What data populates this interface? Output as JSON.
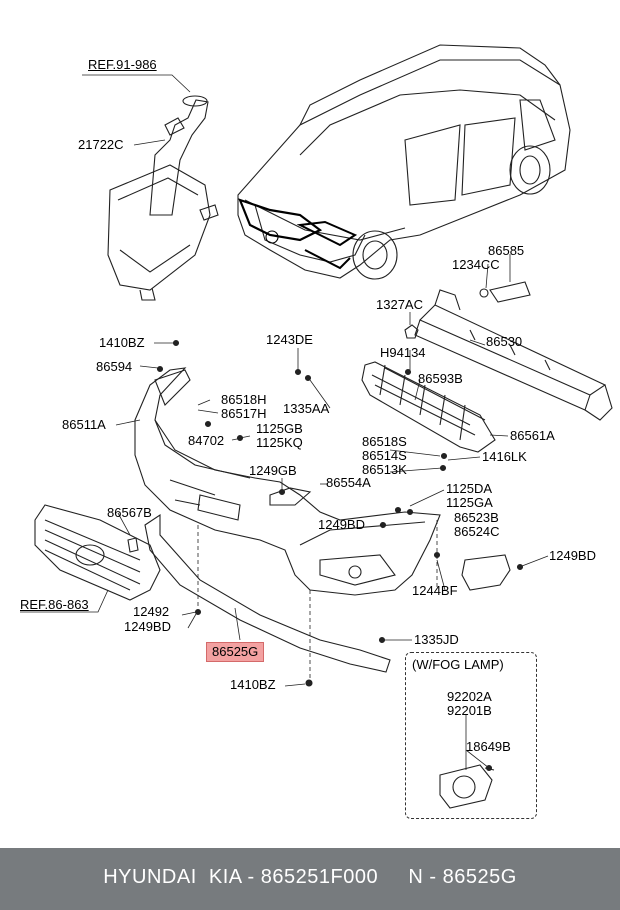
{
  "diagram": {
    "labels": {
      "ref_91_986": "REF.91-986",
      "p21722c": "21722C",
      "p1410bz_top": "1410BZ",
      "p86594": "86594",
      "p86511a": "86511A",
      "p86567b": "86567B",
      "ref_86_863": "REF.86-863",
      "p12492": "12492",
      "p1249bd_left": "1249BD",
      "p86525g": "86525G",
      "p1410bz_bottom": "1410BZ",
      "p1243de": "1243DE",
      "p1335aa": "1335AA",
      "p86518h": "86518H",
      "p86517h": "86517H",
      "p84702": "84702",
      "p1125gb": "1125GB",
      "p1125kq": "1125KQ",
      "p1249gb": "1249GB",
      "p86554a": "86554A",
      "p86585": "86585",
      "p1234cc": "1234CC",
      "p1327ac": "1327AC",
      "p86530": "86530",
      "ph94134": "H94134",
      "p86593b": "86593B",
      "p86561a": "86561A",
      "p86518s": "86518S",
      "p86514s": "86514S",
      "p86513k": "86513K",
      "p1416lk": "1416LK",
      "p1125da": "1125DA",
      "p1125ga": "1125GA",
      "p86523b": "86523B",
      "p86524c": "86524C",
      "p1249bd_mid": "1249BD",
      "p1249bd_right": "1249BD",
      "p1244bf": "1244BF",
      "p1335jd": "1335JD",
      "fog_title": "(W/FOG LAMP)",
      "p92202a": "92202A",
      "p92201b": "92201B",
      "p18649b": "18649B"
    }
  },
  "footer": {
    "text": "HYUNDAI  KIA - 865251F000     N - 86525G"
  },
  "colors": {
    "footer_bg": "#777b7e",
    "highlight": "#f3a1a1"
  }
}
